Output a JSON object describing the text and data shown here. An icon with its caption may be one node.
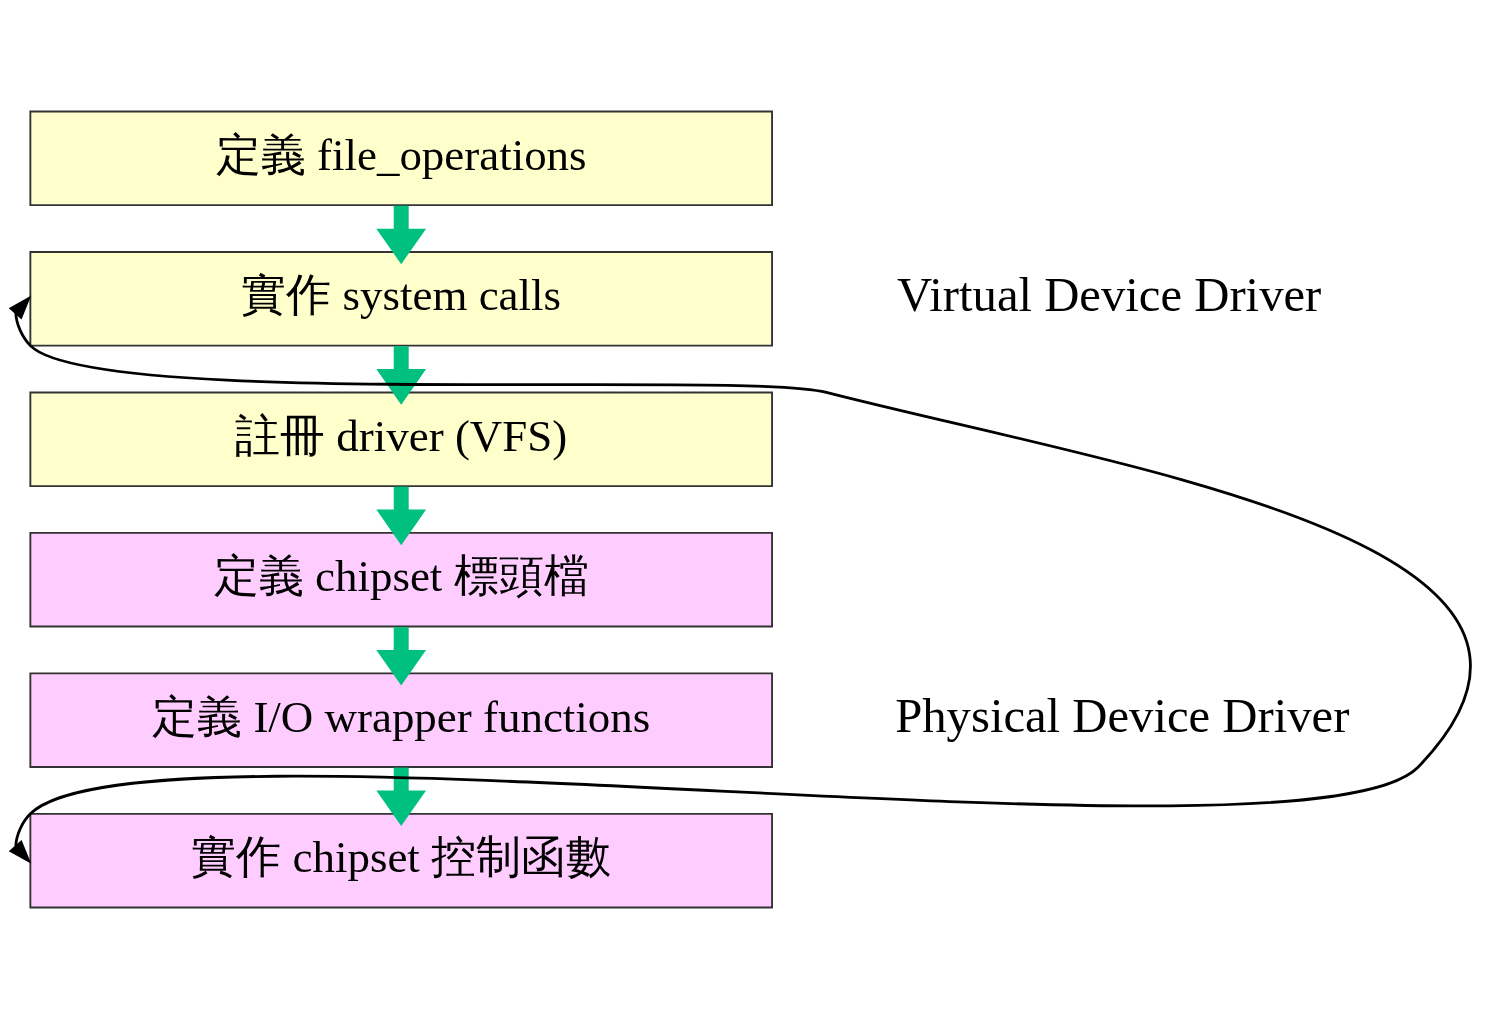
{
  "diagram": {
    "nodes": [
      {
        "text": [
          "定義 file_operations"
        ]
      },
      {
        "text": [
          "實作 system calls"
        ]
      },
      {
        "text": [
          "註冊 driver (VFS)"
        ]
      },
      {
        "text": [
          "定義 chipset 標頭檔"
        ]
      },
      {
        "text": [
          "定義 I/O wrapper functions"
        ]
      },
      {
        "text": [
          "實作 chipset 控制函數"
        ]
      }
    ],
    "edges": [
      {
        "from": 0,
        "to": 1,
        "arrow": "to"
      },
      {
        "from": 1,
        "to": 2,
        "arrow": "to"
      },
      {
        "from": 2,
        "to": 3,
        "arrow": "to"
      },
      {
        "from": 3,
        "to": 4,
        "arrow": "to"
      },
      {
        "from": 4,
        "to": 5,
        "arrow": "to"
      },
      {
        "from": 5,
        "to": 1,
        "arrow": "both",
        "color": "#000000"
      }
    ],
    "labels": [
      "Virtual Device Driver",
      "Physical Device Driver"
    ]
  }
}
